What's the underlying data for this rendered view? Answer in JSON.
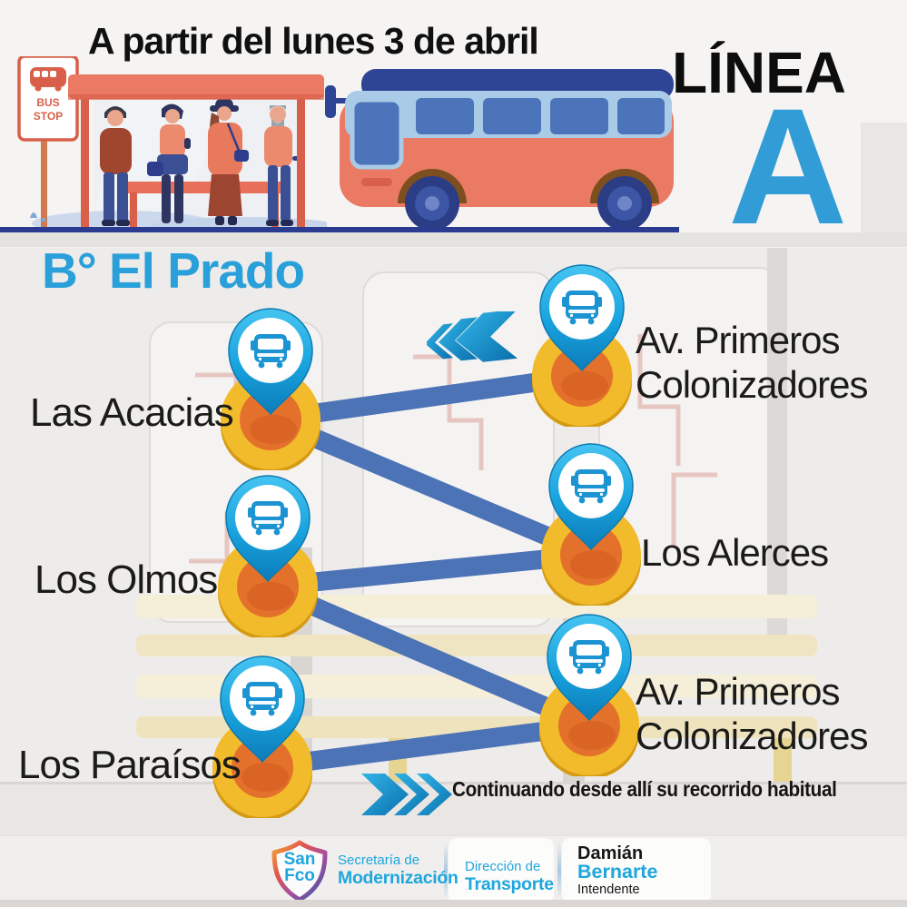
{
  "header": {
    "announcement": "A partir del lunes 3 de abril",
    "line_label": "LÍNEA",
    "line_letter": "A",
    "bus_stop_sign": {
      "line1": "BUS",
      "line2": "STOP"
    }
  },
  "route_map": {
    "neighborhood_title": "B° El Prado",
    "stops": [
      {
        "name": "Av. Primeros Colonizadores"
      },
      {
        "name": "Las Acacias"
      },
      {
        "name": "Los Alerces"
      },
      {
        "name": "Los Olmos"
      },
      {
        "name": "Av. Primeros Colonizadores"
      },
      {
        "name": "Los Paraísos"
      }
    ],
    "continuation_note": "Continuando desde allí su recorrido habitual"
  },
  "footer": {
    "city": {
      "line1": "San",
      "line2": "Fco"
    },
    "secretariat": {
      "line1": "Secretaría de",
      "line2": "Modernización"
    },
    "transport": {
      "line1": "Dirección de",
      "line2": "Transporte"
    },
    "mayor": {
      "name1": "Damián",
      "name2": "Bernarte",
      "role": "Intendente"
    }
  },
  "colors": {
    "accent_blue": "#319cd6",
    "route_blue": "#4d73b7",
    "pin_blue": "#18a2dd",
    "coin_yellow": "#f2bb2b",
    "coin_orange": "#e4712b",
    "bus_salmon": "#ea7a63",
    "roof_navy": "#2e4494",
    "footer_blue": "#1ea6dd"
  }
}
